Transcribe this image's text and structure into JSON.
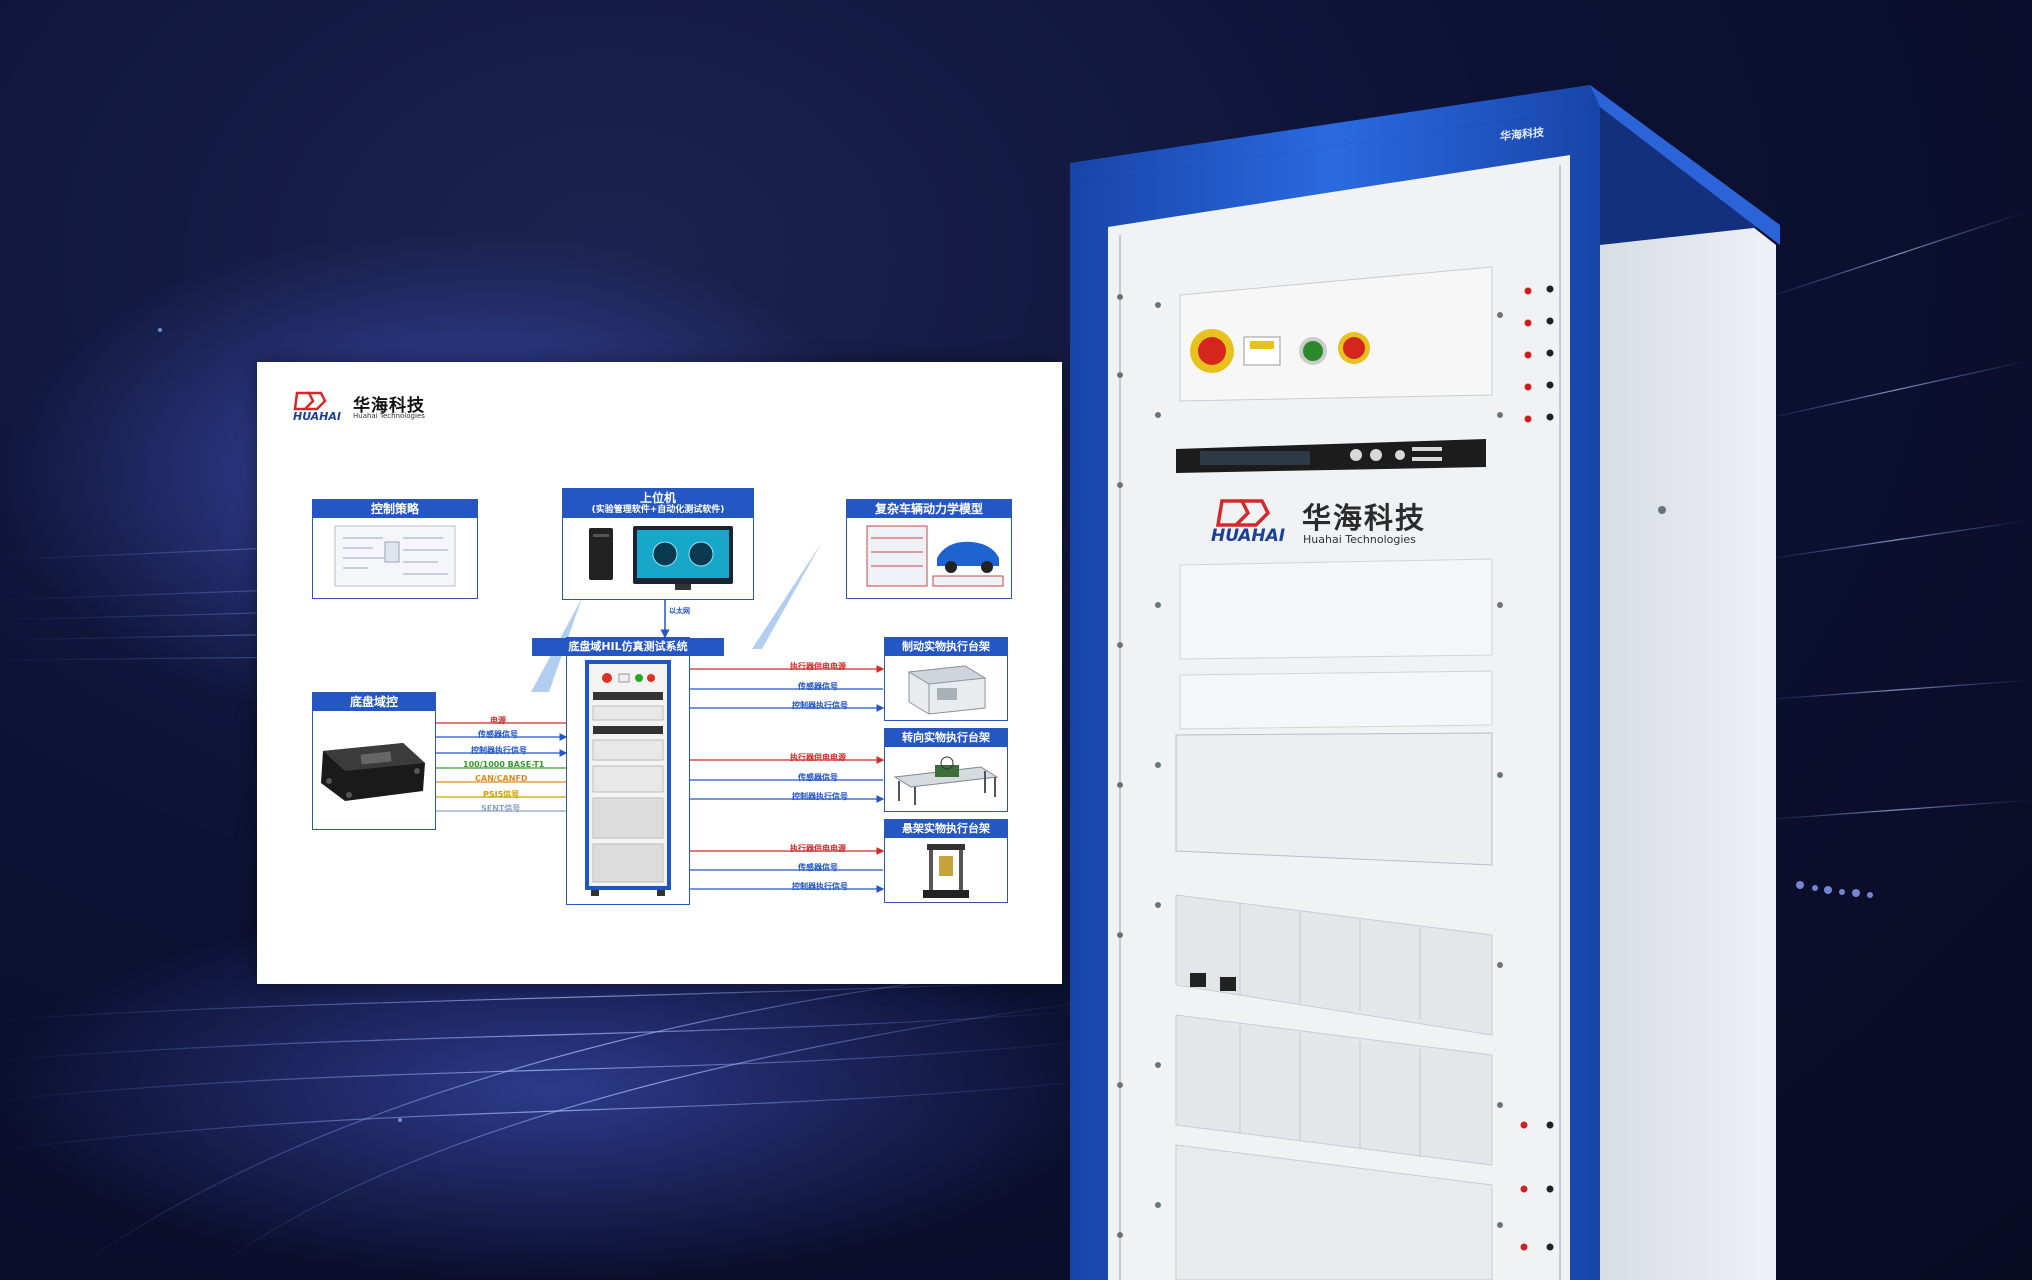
{
  "brand": {
    "name_cn": "华海科技",
    "name_en": "Huahai Technologies",
    "name_latin": "HUAHAI"
  },
  "diagram": {
    "control_strategy": "控制策略",
    "host_pc": "上位机",
    "host_pc_sub": "(实验管理软件+自动化测试软件)",
    "vehicle_model": "复杂车辆动力学模型",
    "chassis_controller": "底盘域控",
    "hil_system": "底盘域HIL仿真测试系统",
    "brake_rig": "制动实物执行台架",
    "steering_rig": "转向实物执行台架",
    "suspension_rig": "悬架实物执行台架",
    "host_link": "以太网",
    "ecu_signals": [
      {
        "label": "电源",
        "color": "#d22a2a"
      },
      {
        "label": "传感器信号",
        "color": "#2456c4"
      },
      {
        "label": "控制器执行信号",
        "color": "#2456c4"
      },
      {
        "label": "100/1000 BASE-T1",
        "color": "#3a9a32"
      },
      {
        "label": "CAN/CANFD",
        "color": "#e08a1e"
      },
      {
        "label": "PSI5信号",
        "color": "#c9a200"
      },
      {
        "label": "SENT信号",
        "color": "#8fa3c8"
      }
    ],
    "rig_signals": [
      {
        "label": "执行器供电电源",
        "color": "#d22a2a"
      },
      {
        "label": "传感器信号",
        "color": "#2456c4"
      },
      {
        "label": "控制器执行信号",
        "color": "#2456c4"
      }
    ]
  },
  "colors": {
    "accent_blue": "#2456c4",
    "frame_blue": "#1e56c8",
    "power_red": "#d22a2a"
  }
}
